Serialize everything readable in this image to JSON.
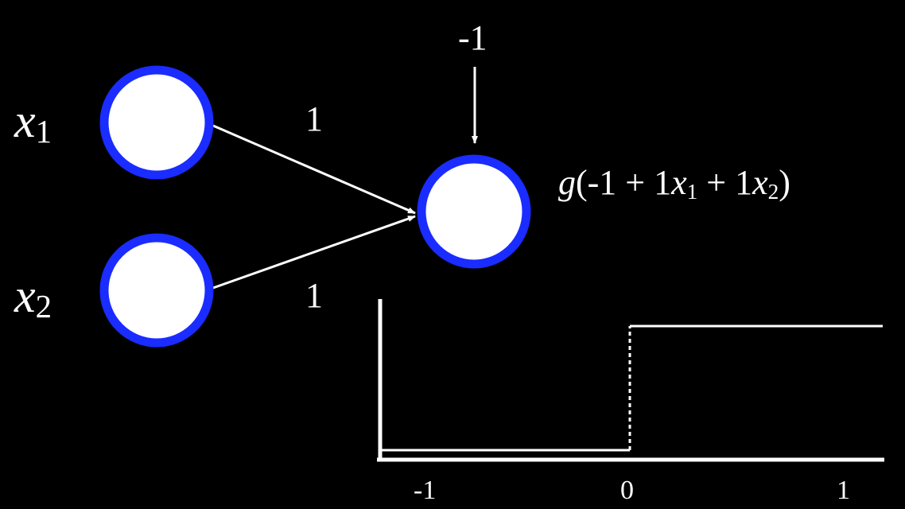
{
  "inputs": [
    {
      "var": "x",
      "sub": "1"
    },
    {
      "var": "x",
      "sub": "2"
    }
  ],
  "weights": [
    "1",
    "1"
  ],
  "bias": "-1",
  "output": {
    "formula": {
      "g": "g",
      "open": "(-1 + 1",
      "x1_var": "x",
      "x1_sub": "1",
      "plus": " + 1",
      "x2_var": "x",
      "x2_sub": "2",
      "close": ")"
    }
  },
  "step_plot": {
    "ticks": [
      "-1",
      "0",
      "1"
    ],
    "step_at": 0,
    "low": 0,
    "high": 1
  },
  "colors": {
    "background": "#000000",
    "node_fill": "#ffffff",
    "node_stroke": "#1a2cff",
    "line": "#ffffff"
  }
}
